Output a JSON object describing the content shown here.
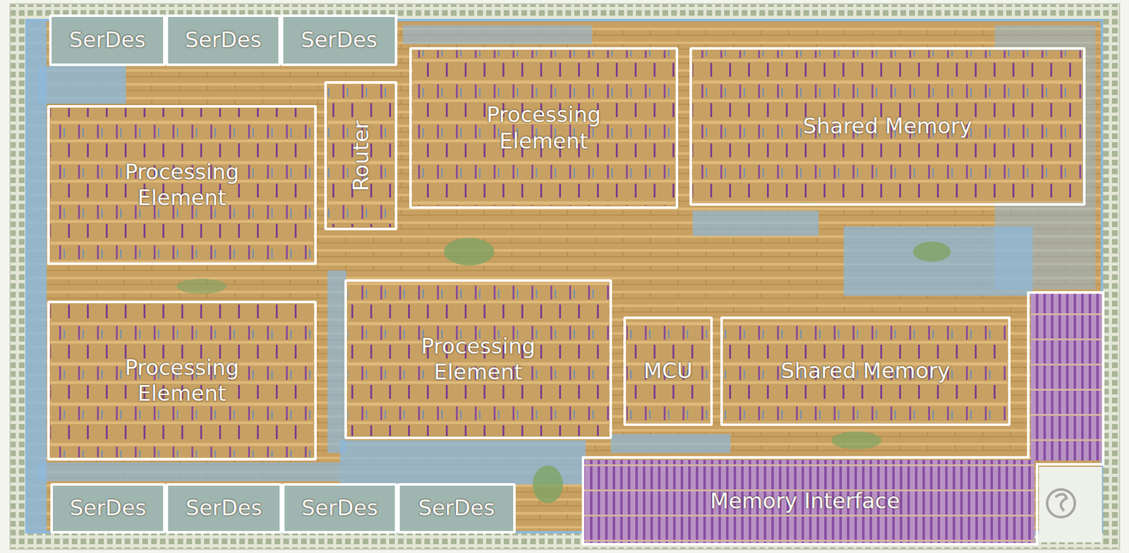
{
  "diagram": {
    "nodes": [
      {
        "text": [
          "SerDes"
        ]
      },
      {
        "text": [
          "SerDes"
        ]
      },
      {
        "text": [
          "SerDes"
        ]
      },
      {
        "text": [
          "Router"
        ]
      },
      {
        "text": [
          "Processing Element"
        ]
      },
      {
        "text": [
          "Shared Memory"
        ]
      },
      {
        "text": [
          "Processing Element"
        ]
      },
      {
        "text": [
          "Processing Element"
        ]
      },
      {
        "text": [
          "MCU"
        ]
      },
      {
        "text": [
          "Shared Memory"
        ]
      },
      {
        "text": [
          "Processing Element"
        ]
      },
      {
        "text": [
          "Memory Interface"
        ]
      },
      {
        "text": [
          "SerDes"
        ]
      },
      {
        "text": [
          "SerDes"
        ]
      },
      {
        "text": [
          "SerDes"
        ]
      },
      {
        "text": [
          "SerDes"
        ]
      }
    ]
  }
}
